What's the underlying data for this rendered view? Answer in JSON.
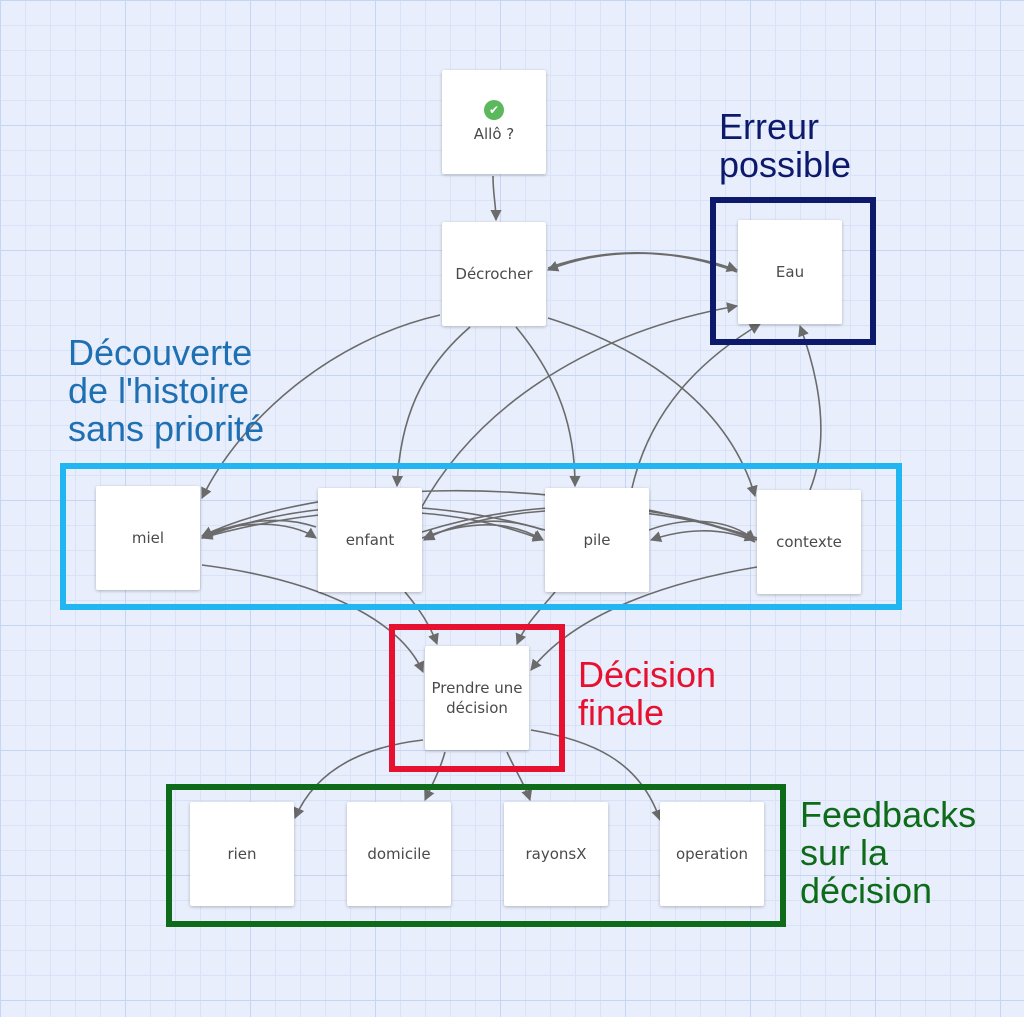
{
  "diagram": {
    "nodes": [
      {
        "id": "allo",
        "label": "Allô ?",
        "start": true,
        "icon": "rocket-icon"
      },
      {
        "id": "decrocher",
        "label": "Décrocher"
      },
      {
        "id": "eau",
        "label": "Eau"
      },
      {
        "id": "miel",
        "label": "miel"
      },
      {
        "id": "enfant",
        "label": "enfant"
      },
      {
        "id": "pile",
        "label": "pile"
      },
      {
        "id": "contexte",
        "label": "contexte"
      },
      {
        "id": "prendre",
        "label": "Prendre une décision"
      },
      {
        "id": "rien",
        "label": "rien"
      },
      {
        "id": "domicile",
        "label": "domicile"
      },
      {
        "id": "rayonsx",
        "label": "rayonsX"
      },
      {
        "id": "operation",
        "label": "operation"
      }
    ],
    "edges": [
      {
        "from": "allo",
        "to": "decrocher"
      },
      {
        "from": "decrocher",
        "to": "eau"
      },
      {
        "from": "eau",
        "to": "decrocher"
      },
      {
        "from": "decrocher",
        "to": "miel"
      },
      {
        "from": "decrocher",
        "to": "enfant"
      },
      {
        "from": "decrocher",
        "to": "pile"
      },
      {
        "from": "decrocher",
        "to": "contexte"
      },
      {
        "from": "enfant",
        "to": "eau"
      },
      {
        "from": "pile",
        "to": "eau"
      },
      {
        "from": "contexte",
        "to": "eau"
      },
      {
        "from": "miel",
        "to": "enfant"
      },
      {
        "from": "enfant",
        "to": "miel"
      },
      {
        "from": "pile",
        "to": "miel"
      },
      {
        "from": "miel",
        "to": "pile"
      },
      {
        "from": "contexte",
        "to": "miel"
      },
      {
        "from": "enfant",
        "to": "pile"
      },
      {
        "from": "pile",
        "to": "enfant"
      },
      {
        "from": "contexte",
        "to": "enfant"
      },
      {
        "from": "enfant",
        "to": "contexte"
      },
      {
        "from": "pile",
        "to": "contexte"
      },
      {
        "from": "contexte",
        "to": "pile"
      },
      {
        "from": "miel",
        "to": "prendre"
      },
      {
        "from": "enfant",
        "to": "prendre"
      },
      {
        "from": "pile",
        "to": "prendre"
      },
      {
        "from": "contexte",
        "to": "prendre"
      },
      {
        "from": "prendre",
        "to": "rien"
      },
      {
        "from": "prendre",
        "to": "domicile"
      },
      {
        "from": "prendre",
        "to": "rayonsx"
      },
      {
        "from": "prendre",
        "to": "operation"
      }
    ],
    "groups": [
      {
        "id": "erreur",
        "label": [
          "Erreur",
          "possible"
        ],
        "color": "#0d1a6b"
      },
      {
        "id": "decouverte",
        "label": [
          "Découverte",
          "de l'histoire",
          "sans priorité"
        ],
        "color": "#1f6fb3",
        "border_color": "#21b6f2"
      },
      {
        "id": "decision",
        "label": [
          "Décision",
          "finale"
        ],
        "color": "#e8102f"
      },
      {
        "id": "feedbacks",
        "label": [
          "Feedbacks",
          "sur la",
          "décision"
        ],
        "color": "#0e6b1a"
      }
    ]
  }
}
